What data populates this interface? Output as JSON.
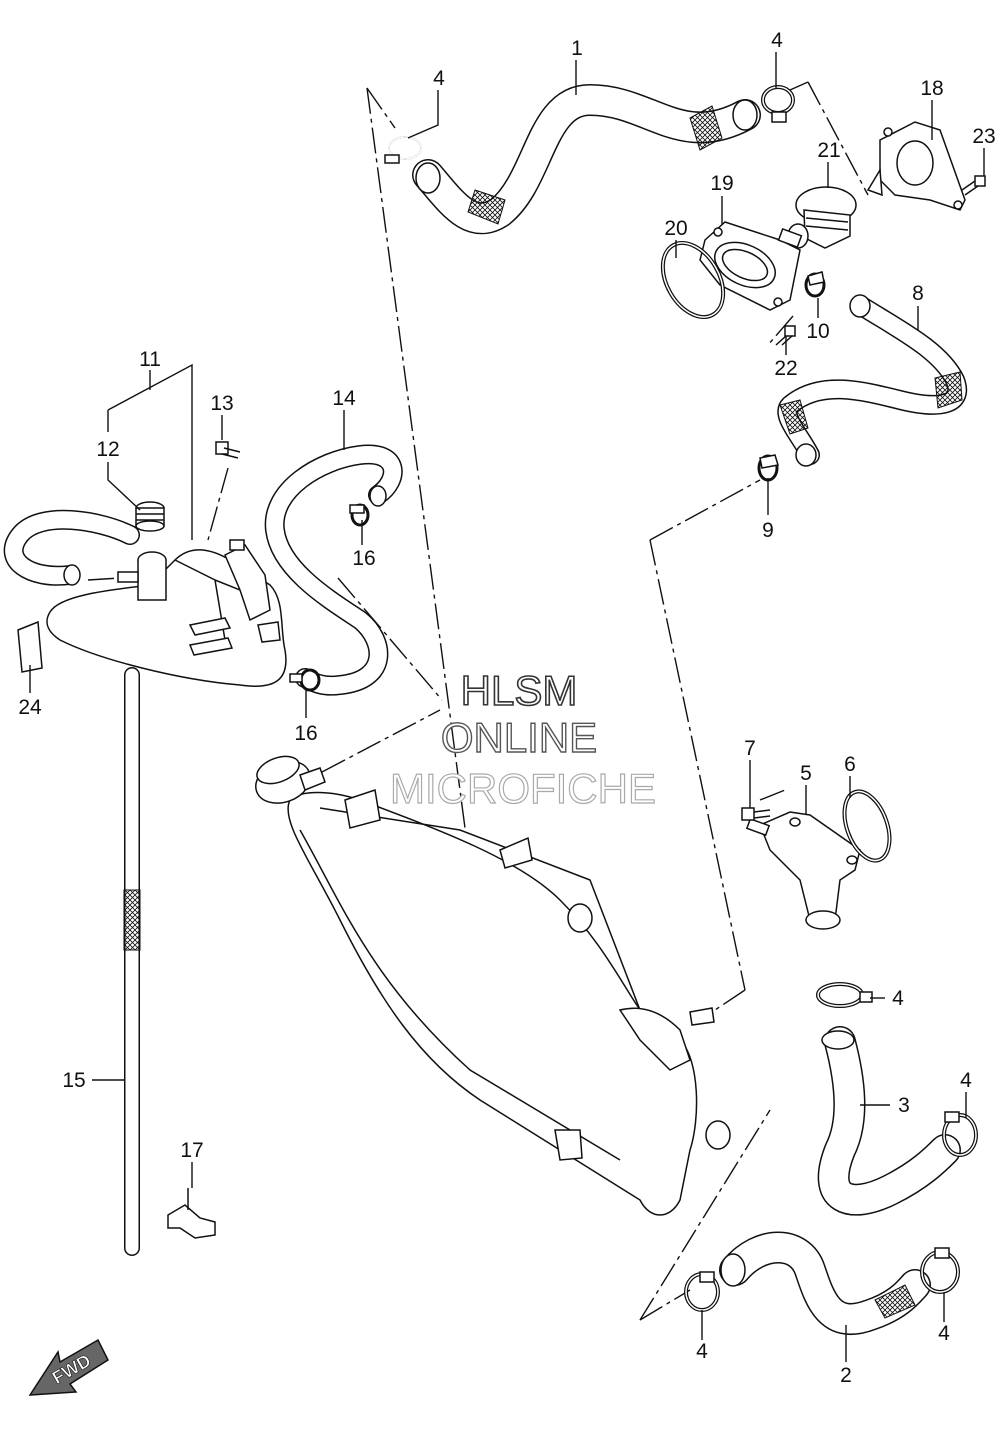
{
  "watermark": {
    "line1": "HLSM",
    "line2": "ONLINE",
    "line3": "MICROFICHE"
  },
  "fwd_label": "FWD",
  "labels": {
    "p1": "1",
    "p4a": "4",
    "p4b": "4",
    "p18": "18",
    "p23": "23",
    "p21": "21",
    "p19": "19",
    "p20": "20",
    "p10": "10",
    "p22": "22",
    "p8": "8",
    "p9": "9",
    "p11": "11",
    "p12": "12",
    "p13": "13",
    "p14": "14",
    "p16a": "16",
    "p16b": "16",
    "p24": "24",
    "p7": "7",
    "p5": "5",
    "p6": "6",
    "p4c": "4",
    "p3": "3",
    "p4d": "4",
    "p15": "15",
    "p17": "17",
    "p4e": "4",
    "p4f": "4",
    "p2": "2"
  }
}
